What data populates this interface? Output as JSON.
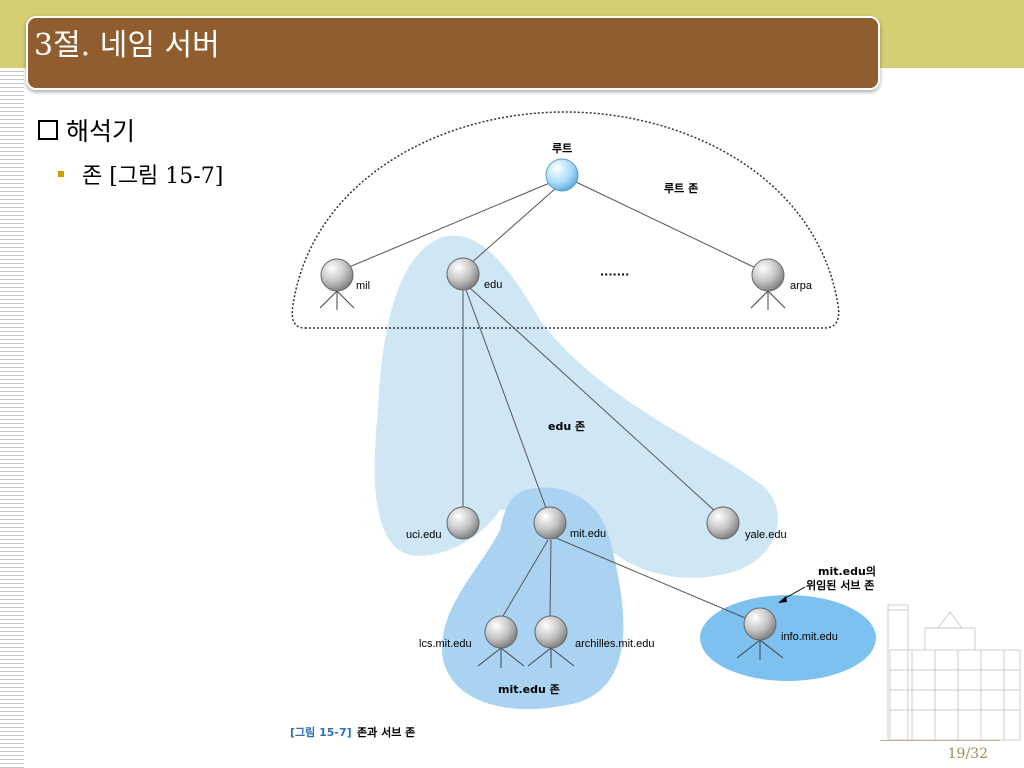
{
  "slide": {
    "title": "3절. 네임 서버",
    "bullet1": "해석기",
    "bullet2": "존 [그림 15-7]",
    "page": "19/32"
  },
  "diagram": {
    "nodes": {
      "root": "루트",
      "mil": "mil",
      "edu": "edu",
      "dots": "·······",
      "arpa": "arpa",
      "uci": "uci.edu",
      "mit": "mit.edu",
      "yale": "yale.edu",
      "lcs": "lcs.mit.edu",
      "archilles": "archilles.mit.edu",
      "info": "info.mit.edu"
    },
    "zones": {
      "root_zone": "루트 존",
      "edu_zone": "edu 존",
      "mit_zone": "mit.edu 존",
      "delegated_line1": "mit.edu의",
      "delegated_line2": "위임된 서브 존"
    },
    "caption": {
      "ref": "[그림 15-7]",
      "text": "존과 서브 존"
    }
  },
  "colors": {
    "title_bar": "#8f5d2e",
    "top_band": "#d5cf73",
    "zone_light": "#cfe6f5",
    "zone_mid": "#a9d3f0",
    "zone_info": "#7cc1ef",
    "root_node": "#a8dcf8"
  }
}
